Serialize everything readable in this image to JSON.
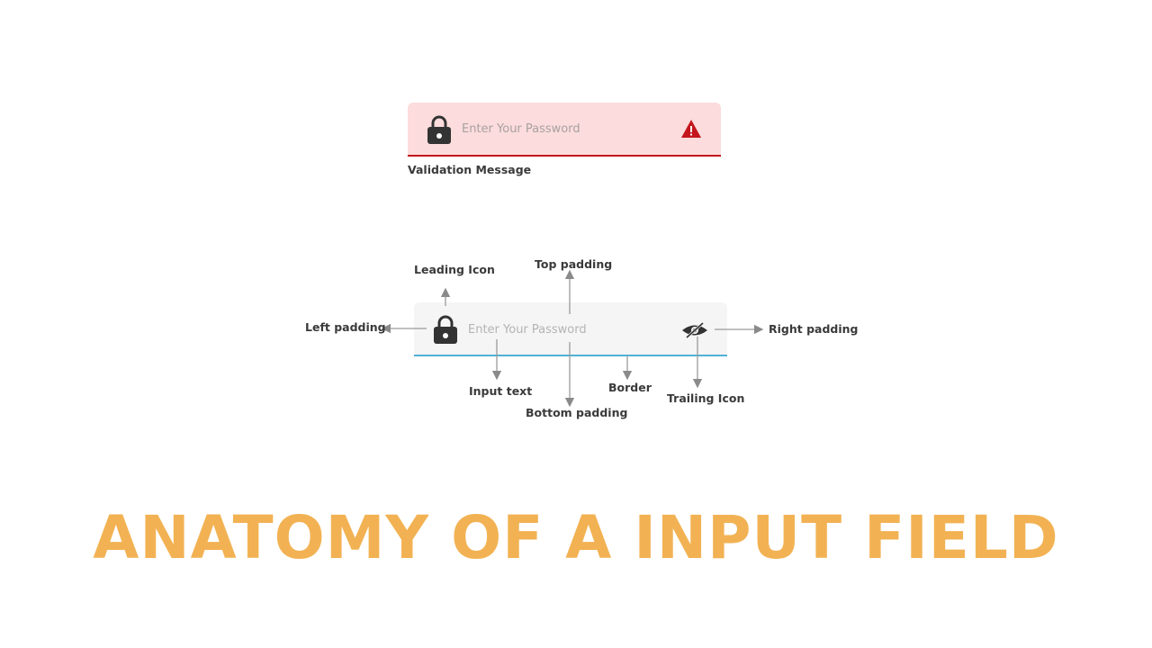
{
  "error_field": {
    "placeholder": "Enter Your Password",
    "leading_icon": "lock-icon",
    "trailing_icon": "warning-icon",
    "validation_message": "Validation Message",
    "colors": {
      "background": "#fcdcdc",
      "border": "#c4161c",
      "warning": "#c4161c"
    }
  },
  "anatomy_field": {
    "placeholder": "Enter Your Password",
    "leading_icon": "lock-icon",
    "trailing_icon": "eye-slash-icon",
    "colors": {
      "background": "#f5f5f5",
      "border": "#4fb2d8"
    }
  },
  "callouts": {
    "leading_icon": "Leading Icon",
    "top_padding": "Top padding",
    "left_padding": "Left padding",
    "right_padding": "Right padding",
    "input_text": "Input text",
    "bottom_padding": "Bottom padding",
    "border": "Border",
    "trailing_icon": "Trailing Icon"
  },
  "title": "ANATOMY OF A INPUT FIELD",
  "title_color": "#f2b253"
}
